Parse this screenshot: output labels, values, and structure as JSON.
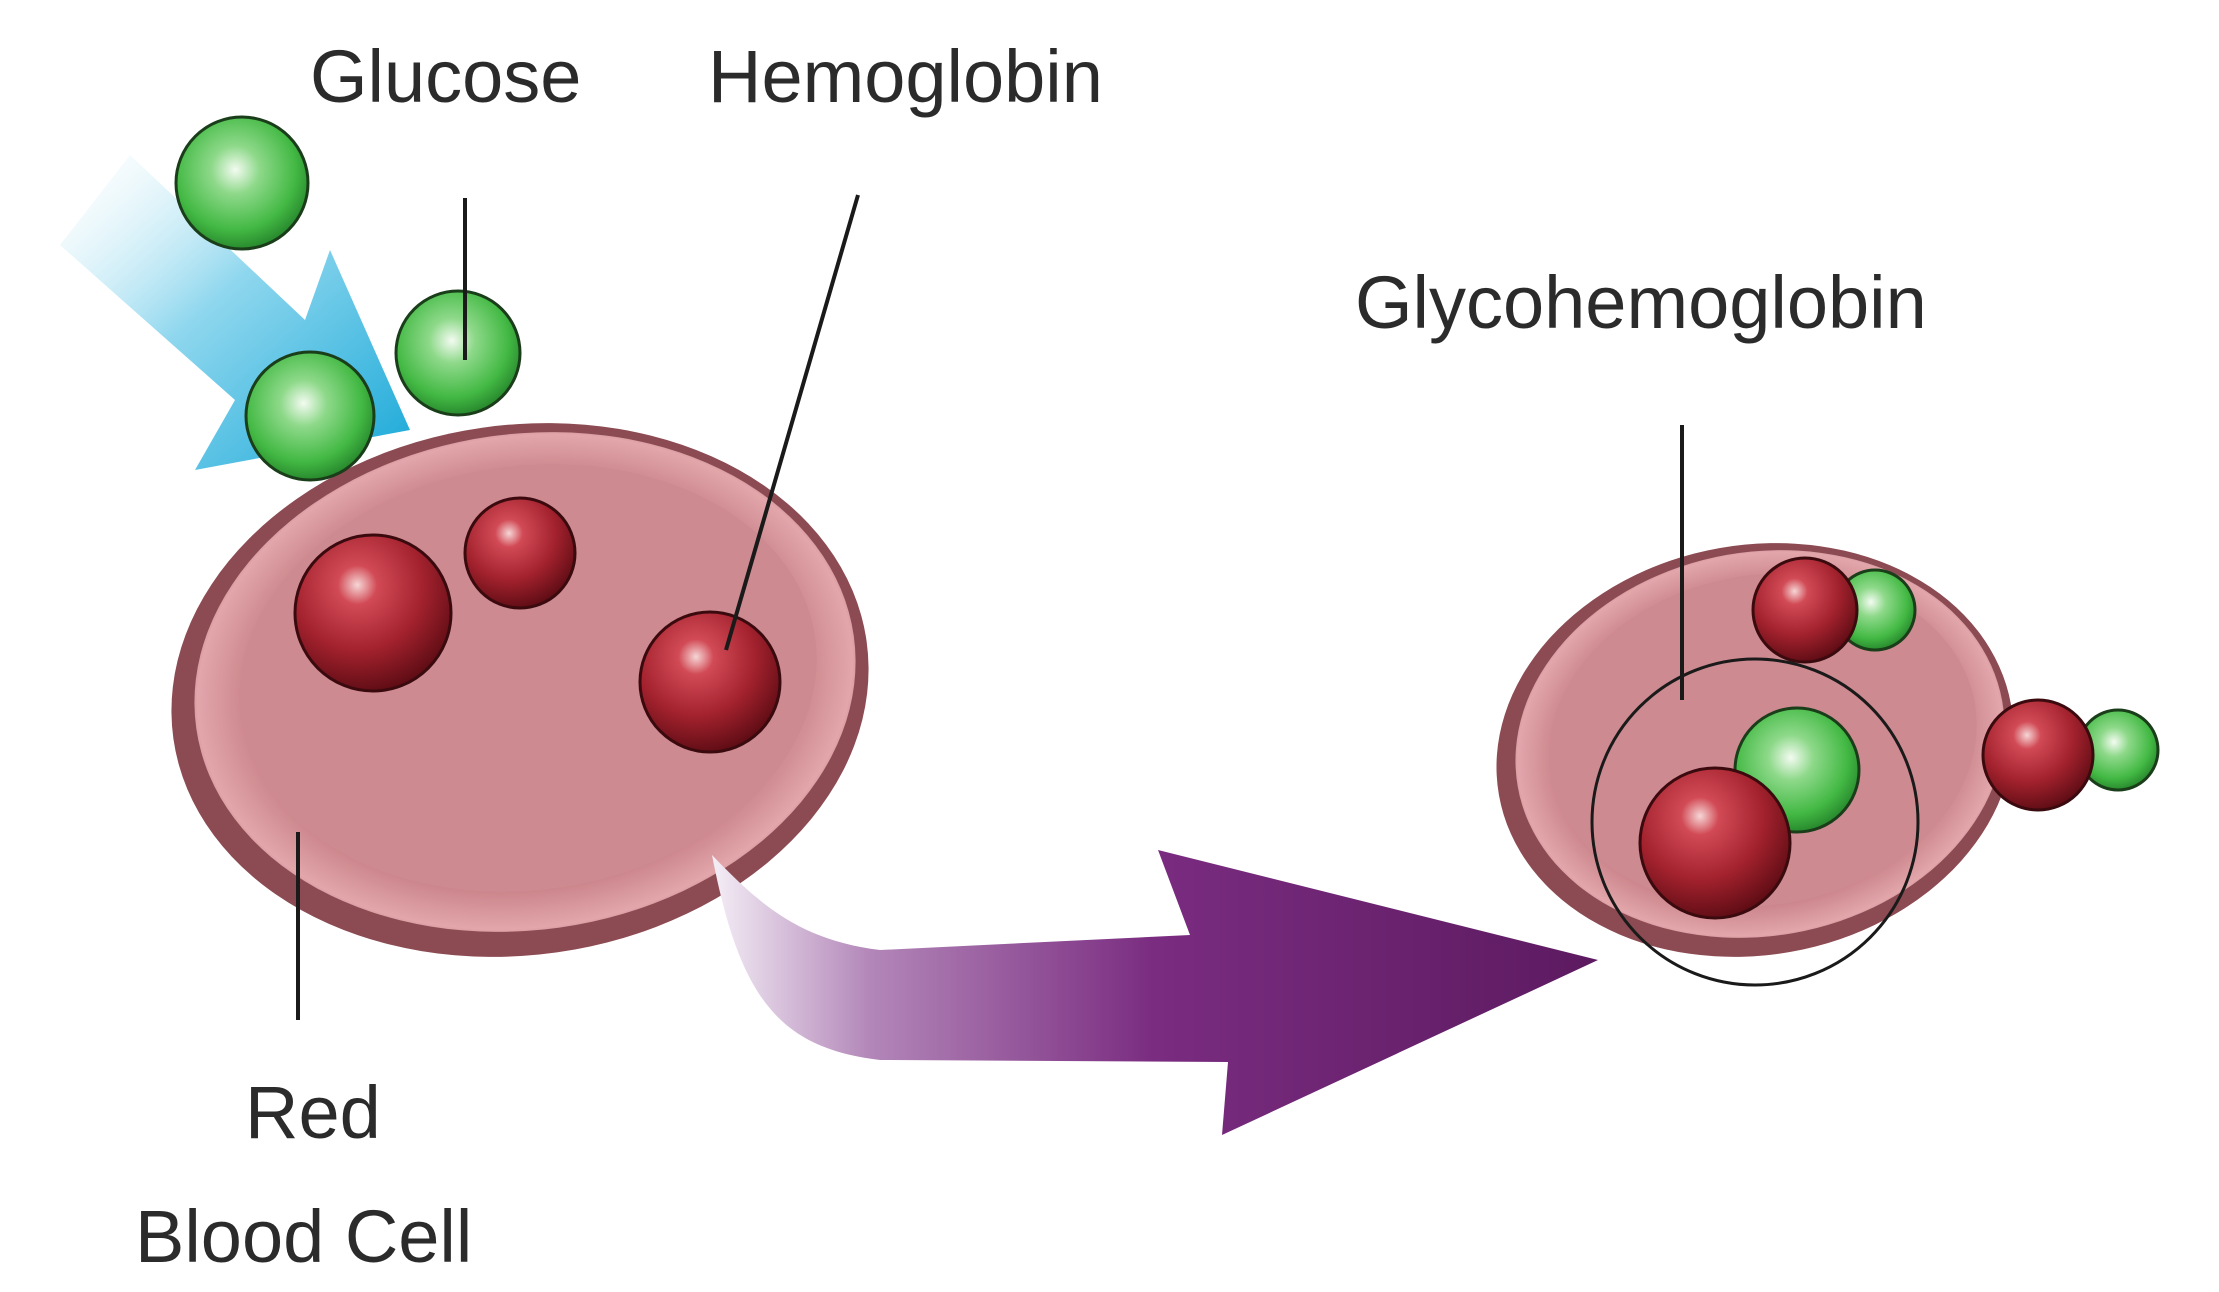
{
  "labels": {
    "glucose": "Glucose",
    "hemoglobin": "Hemoglobin",
    "glycohemoglobin": "Glycohemoglobin",
    "red_blood_cell_line1": "Red",
    "red_blood_cell_line2": "Blood Cell"
  },
  "colors": {
    "cell_fill": "#c77f86",
    "cell_rim": "#8c4a52",
    "hemoglobin": "#a3222e",
    "glucose": "#4cbf4c",
    "glucose_arrow": "#2ab3dc",
    "transform_arrow": "#6b1f6e",
    "leader_line": "#1a1a1a",
    "text": "#2b2b2b"
  },
  "icons": {
    "glucose_influx_arrow": "arrow-icon",
    "transform_arrow": "arrow-icon"
  }
}
